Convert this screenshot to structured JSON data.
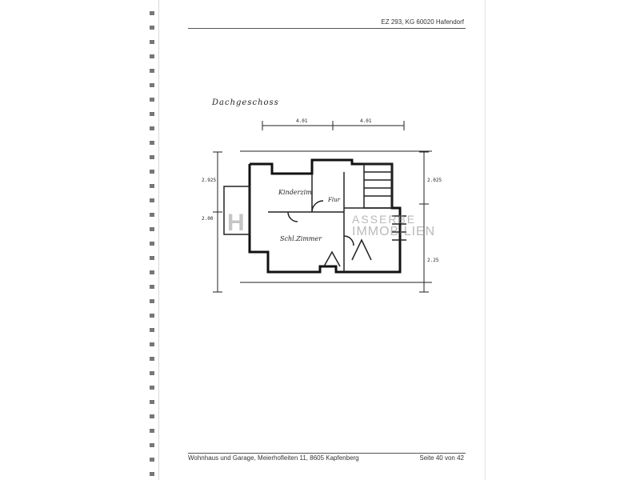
{
  "header": {
    "reference": "EZ 293, KG 60020 Hafendorf"
  },
  "plan": {
    "title": "Dachgeschoss",
    "rooms": {
      "kinderzimmer": "Kinderzim",
      "flur": "Flur",
      "schlafzimmer": "Schl.Zimmer"
    },
    "dimensions": {
      "top_left": "4.01",
      "top_right": "4.01",
      "left_upper": "2.925",
      "left_lower": "2.00",
      "right_upper": "2.025",
      "right_lower": "2.25"
    }
  },
  "watermark": {
    "logo_letter": "H",
    "line1": "ASSERBE",
    "line2": "IMMOBILIEN"
  },
  "footer": {
    "address": "Wohnhaus und Garage, Meierhofleiten 11, 8605 Kapfenberg",
    "page": "Seite 40 von 42"
  },
  "colors": {
    "ink": "#222222",
    "watermark": "#8c8c8c"
  }
}
